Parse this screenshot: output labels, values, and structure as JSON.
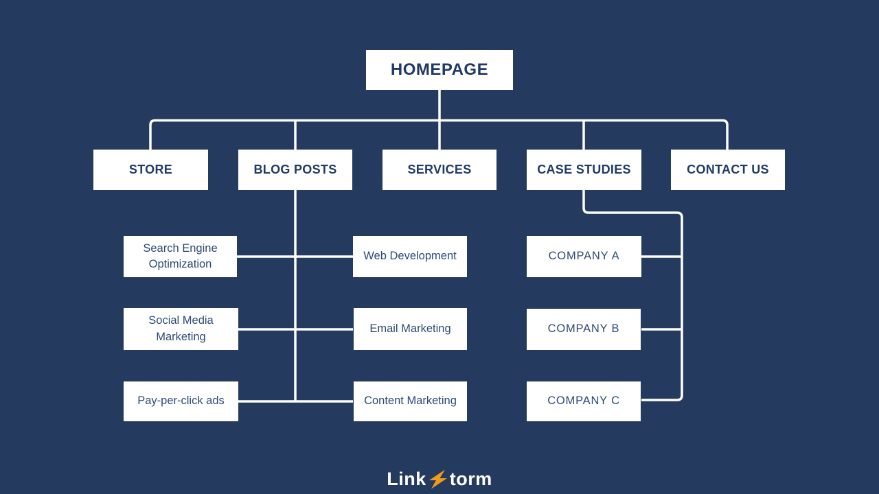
{
  "sitemap": {
    "root": "HOMEPAGE",
    "level1": [
      "STORE",
      "BLOG POSTS",
      "SERVICES",
      "CASE STUDIES",
      "CONTACT US"
    ],
    "marketing_left": [
      "Search Engine Optimization",
      "Social Media Marketing",
      "Pay-per-click ads"
    ],
    "marketing_right": [
      "Web Development",
      "Email Marketing",
      "Content Marketing"
    ],
    "case_studies": [
      "COMPANY A",
      "COMPANY B",
      "COMPANY C"
    ]
  },
  "logo": {
    "prefix": "Link",
    "suffix": "torm",
    "bolt_color": "#ef9b1c"
  },
  "colors": {
    "background": "#243a5f",
    "node_fill": "#ffffff",
    "node_text": "#25406b",
    "connector": "#ffffff"
  }
}
